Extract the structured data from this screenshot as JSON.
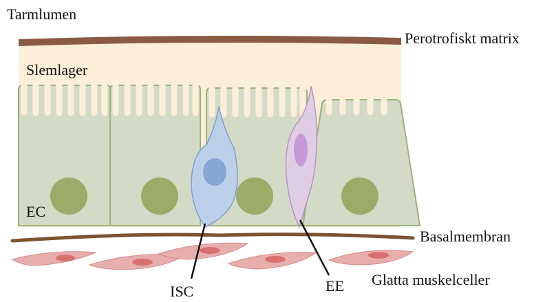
{
  "labels": {
    "lumen": "Tarmlumen",
    "matrix": "Perotrofiskt matrix",
    "mucus": "Slemlager",
    "ec": "EC",
    "basal": "Basalmembran",
    "isc": "ISC",
    "ee": "EE",
    "muscle": "Glatta muskelceller"
  },
  "colors": {
    "matrix": "#8a5a44",
    "mucus": "#fcefd9",
    "ec_fill": "#d3dbc6",
    "ec_stroke": "#9bb07a",
    "nucleus": "#9aab6a",
    "isc_fill": "#bcd0ea",
    "isc_nucleus": "#88a6d4",
    "ee_fill": "#dfcde5",
    "ee_nucleus": "#c49ad6",
    "basal": "#7d5330",
    "muscle_fill": "#e8aeae",
    "muscle_nucleus": "#d97070"
  }
}
